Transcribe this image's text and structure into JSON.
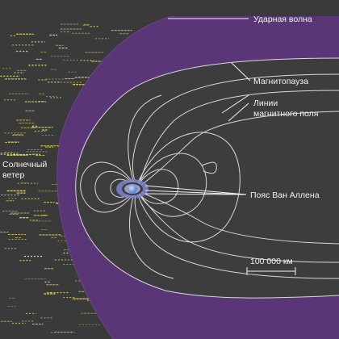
{
  "labels": {
    "bow_shock": "Ударная волна",
    "magnetopause": "Магнитопауза",
    "field_lines_1": "Линии",
    "field_lines_2": "магнитного поля",
    "van_allen": "Пояс Ван Аллена",
    "solar_wind_1": "Солнечный",
    "solar_wind_2": "ветер",
    "scale": "100 000 км"
  },
  "colors": {
    "background": "#3a3a3a",
    "magnetosheath": "#5a3577",
    "magnetosphere": "#3d3d3d",
    "field_lines": "#d9d9d9",
    "solar_wind": "#e8e070",
    "van_allen_belt": "#8f96d8",
    "earth": "#6fa4e0"
  }
}
